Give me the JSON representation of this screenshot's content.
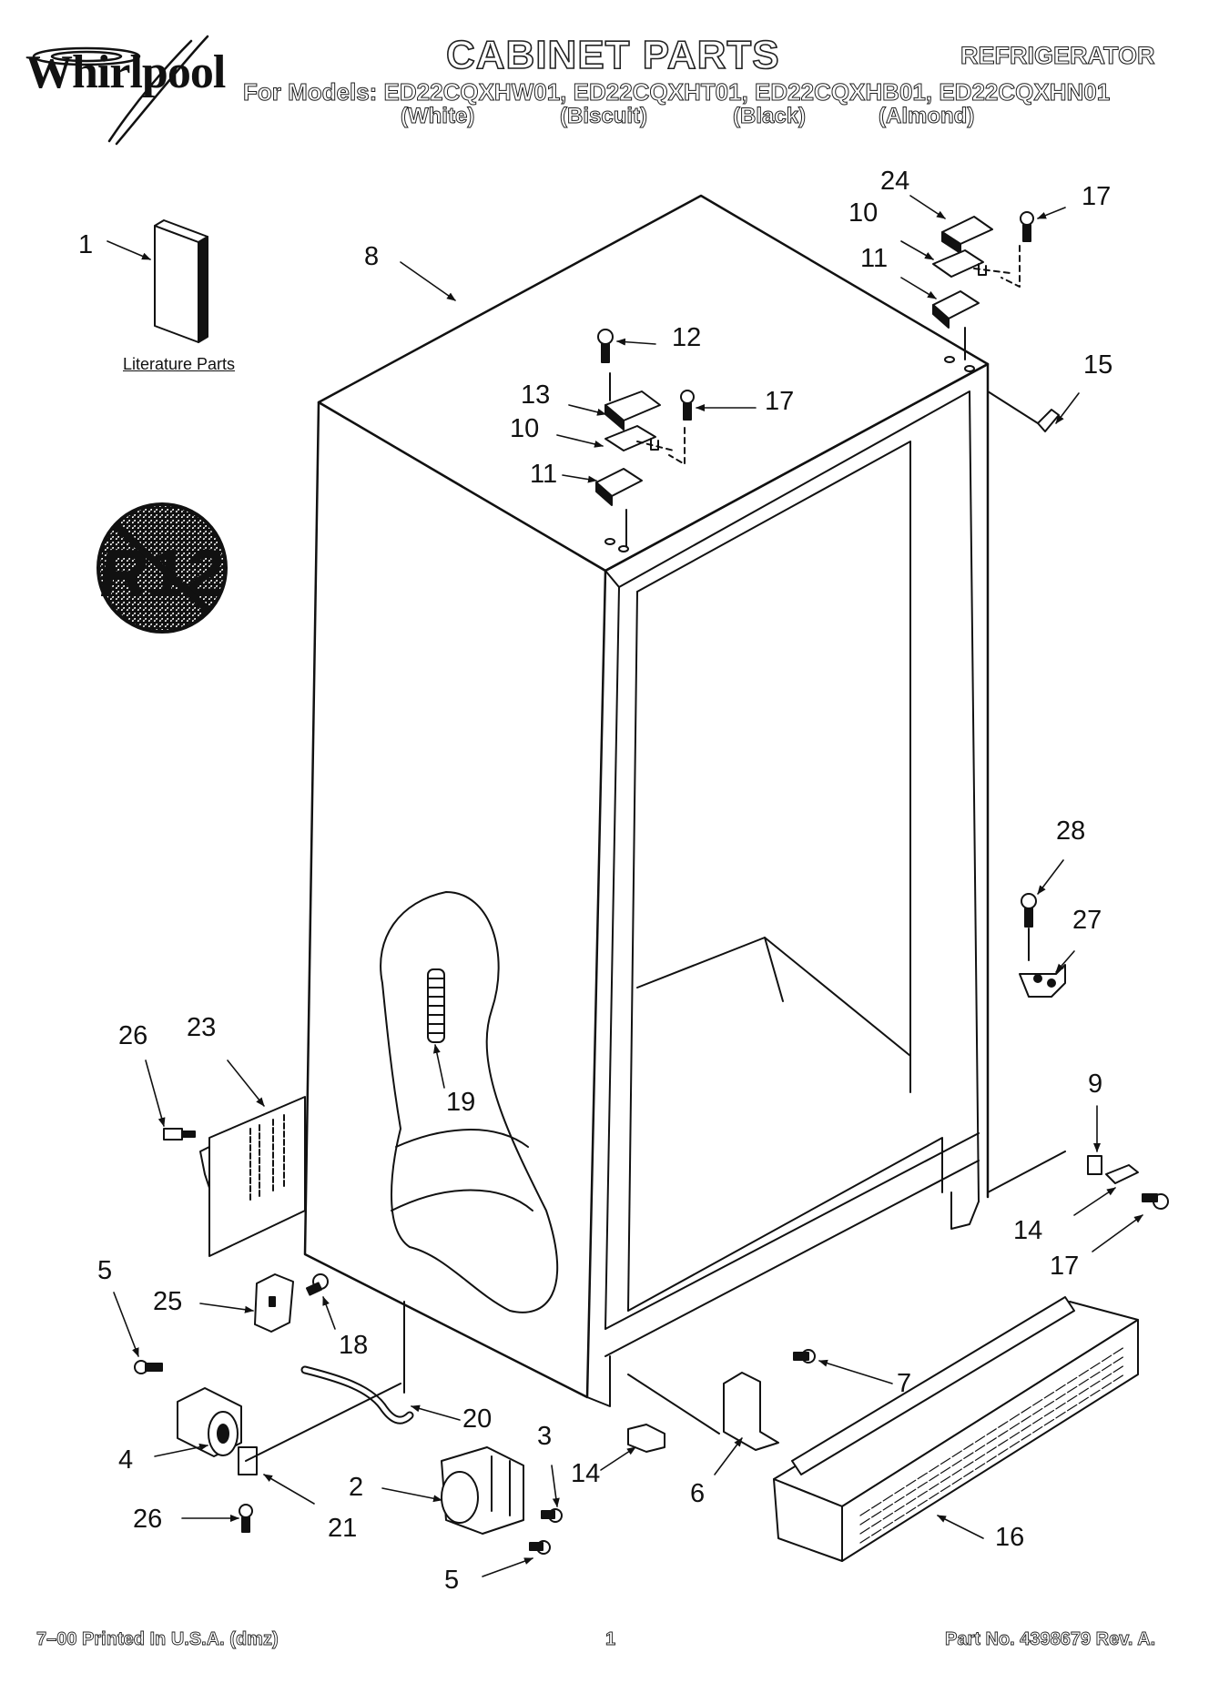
{
  "header": {
    "brand": "Whirlpool",
    "title": "CABINET PARTS",
    "appliance": "REFRIGERATOR",
    "models_line": "For Models: ED22CQXHW01, ED22CQXHT01, ED22CQXHB01, ED22CQXHN01",
    "colors": [
      "(White)",
      "(Biscuit)",
      "(Black)",
      "(Almond)"
    ]
  },
  "literature_label": "Literature Parts",
  "r12_badge": "R12",
  "callouts": {
    "c1": "1",
    "c8": "8",
    "c24": "24",
    "c17a": "17",
    "c10a": "10",
    "c11a": "11",
    "c12": "12",
    "c13": "13",
    "c17b": "17",
    "c10b": "10",
    "c11b": "11",
    "c15": "15",
    "c28": "28",
    "c27": "27",
    "c26a": "26",
    "c23": "23",
    "c19": "19",
    "c9": "9",
    "c14a": "14",
    "c17c": "17",
    "c5a": "5",
    "c25": "25",
    "c18": "18",
    "c7": "7",
    "c20": "20",
    "c3": "3",
    "c4": "4",
    "c2": "2",
    "c14b": "14",
    "c6": "6",
    "c26b": "26",
    "c21": "21",
    "c16": "16",
    "c5b": "5"
  },
  "footer": {
    "left": "7–00 Printed In U.S.A. (dmz)",
    "center": "1",
    "right": "Part No. 4398679 Rev. A."
  }
}
